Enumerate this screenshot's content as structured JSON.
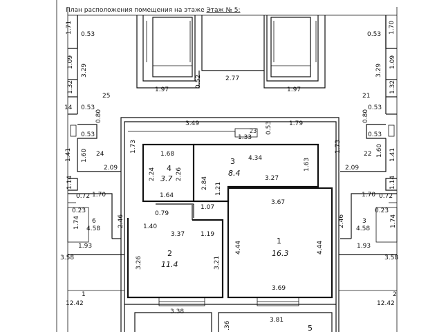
{
  "header": {
    "text": "План расположения помещения на этаже",
    "floor": "Этаж № 5:"
  },
  "rooms": [
    {
      "id": "1",
      "num": "1",
      "area": "16.3"
    },
    {
      "id": "2",
      "num": "2",
      "area": "11.4"
    },
    {
      "id": "3",
      "num": "3",
      "area": "8.4"
    },
    {
      "id": "4",
      "num": "4",
      "area": "3.7"
    },
    {
      "id": "5",
      "num": "5",
      "area": ""
    },
    {
      "id": "left6",
      "num": "6",
      "area": "4.58"
    },
    {
      "id": "right3",
      "num": "3",
      "area": "4.58"
    },
    {
      "id": "left1",
      "num": "1",
      "area": "12.42"
    },
    {
      "id": "right2",
      "num": "2",
      "area": "12.42"
    },
    {
      "id": "n25",
      "num": "25",
      "area": ""
    },
    {
      "id": "n21",
      "num": "21",
      "area": ""
    },
    {
      "id": "n24",
      "num": "24",
      "area": ""
    },
    {
      "id": "n22",
      "num": "22",
      "area": ""
    },
    {
      "id": "n23",
      "num": "23",
      "area": ""
    }
  ],
  "dims": [
    "1.71",
    "0.53",
    "1.09",
    "3.29",
    "1.32",
    "14",
    "0.53",
    "0.80",
    "0.53",
    "1.60",
    "1.41",
    "2.09",
    "1.14",
    "0.72",
    "0.23",
    "1.74",
    "1.93",
    "3.58",
    "1.97",
    "0.52",
    "2.77",
    "1.97",
    "0.53",
    "1.70",
    "1.09",
    "3.29",
    "1.32",
    "0.53",
    "0.80",
    "0.53",
    "1.60",
    "1.41",
    "2.09",
    "1.14",
    "0.72",
    "0.23",
    "1.74",
    "1.93",
    "3.58",
    "3.49",
    "1.79",
    "1.73",
    "1.33",
    "0.53",
    "1.73",
    "1.68",
    "2.24",
    "2.26",
    "1.64",
    "4.34",
    "1.63",
    "2.84",
    "3.27",
    "1.21",
    "1.07",
    "1.70",
    "2.46",
    "0.79",
    "1.40",
    "3.37",
    "1.19",
    "3.67",
    "2.46",
    "1.70",
    "3.26",
    "3.21",
    "4.44",
    "4.44",
    "3.38",
    "3.69",
    "3.81",
    ".36"
  ]
}
